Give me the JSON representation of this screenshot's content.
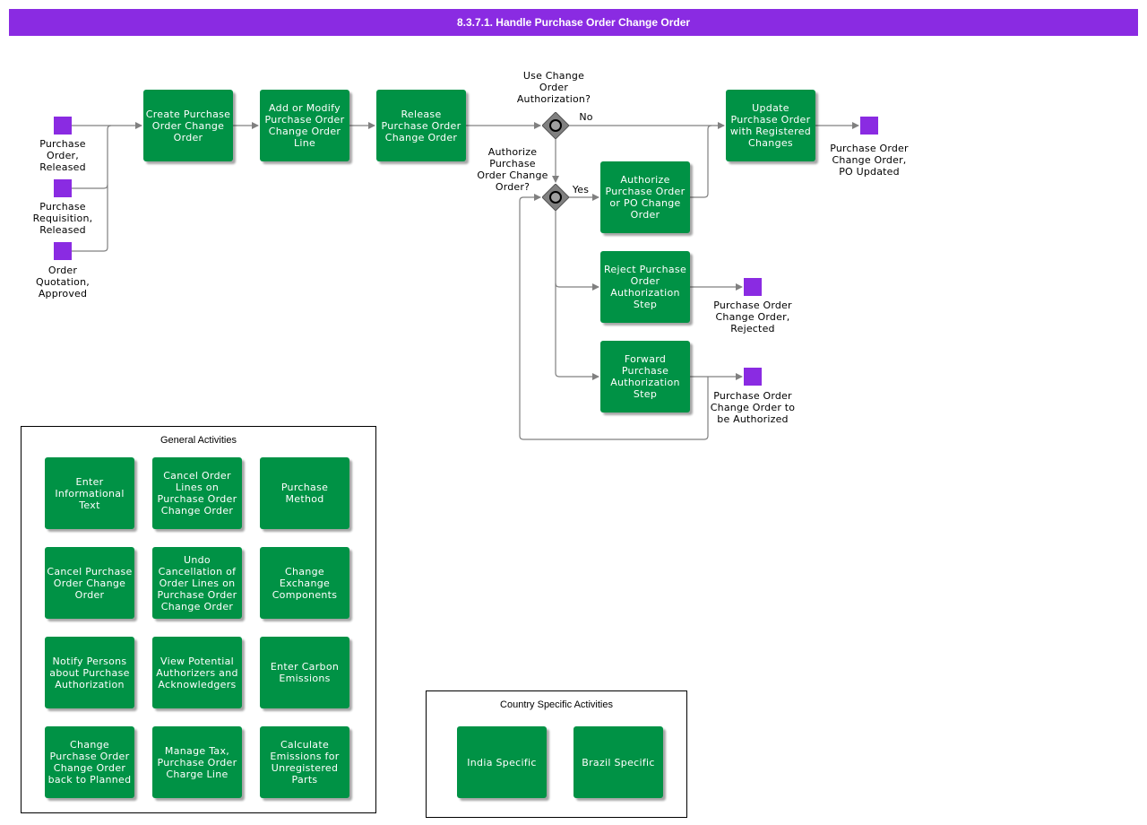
{
  "title": "8.3.7.1. Handle Purchase Order Change Order",
  "colors": {
    "title_bar": "#8a2be2",
    "activity": "#009245",
    "event": "#8a2be2",
    "gateway": "#808080"
  },
  "start_events": [
    "Purchase\nOrder,\nReleased",
    "Purchase\nRequisition,\nReleased",
    "Order\nQuotation,\nApproved"
  ],
  "activities": {
    "create": "Create Purchase Order Change Order",
    "add_modify": "Add or Modify Purchase Order Change Order Line",
    "release": "Release Purchase Order Change Order",
    "update": "Update Purchase Order with Registered Changes",
    "authorize": "Authorize Purchase Order or PO Change Order",
    "reject": "Reject Purchase Order Authorization Step",
    "forward": "Forward Purchase Authorization Step"
  },
  "gateways": {
    "use_auth": {
      "question": "Use Change\nOrder\nAuthorization?",
      "no": "No"
    },
    "authorize": {
      "question": "Authorize\nPurchase\nOrder Change\nOrder?",
      "yes": "Yes"
    }
  },
  "end_events": {
    "updated": "Purchase Order\nChange Order,\nPO Updated",
    "rejected": "Purchase Order\nChange Order,\nRejected",
    "to_authorize": "Purchase Order\nChange Order to\nbe Authorized"
  },
  "general_activities": {
    "title": "General Activities",
    "items": [
      "Enter Informational Text",
      "Cancel Order Lines on Purchase Order Change Order",
      "Purchase Method",
      "Cancel Purchase Order Change Order",
      "Undo Cancellation of Order Lines on Purchase Order Change Order",
      "Change Exchange Components",
      "Notify Persons about Purchase Authorization",
      "View Potential Authorizers and Acknowledgers",
      "Enter Carbon Emissions",
      "Change Purchase Order Change Order back to Planned",
      "Manage Tax, Purchase Order Charge Line",
      "Calculate Emissions for Unregistered Parts"
    ]
  },
  "country_activities": {
    "title": "Country Specific Activities",
    "items": [
      "India Specific",
      "Brazil Specific"
    ]
  }
}
